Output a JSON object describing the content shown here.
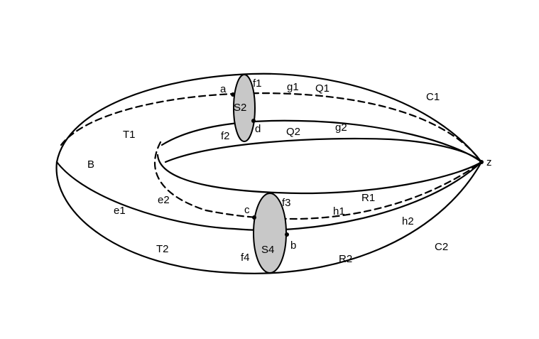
{
  "labels": {
    "a": "a",
    "f1": "f1",
    "g1": "g1",
    "Q1": "Q1",
    "C1": "C1",
    "S2": "S2",
    "d": "d",
    "f2": "f2",
    "Q2": "Q2",
    "g2": "g2",
    "T1": "T1",
    "B": "B",
    "z": "z",
    "e2": "e2",
    "e1": "e1",
    "c": "c",
    "f3": "f3",
    "h1": "h1",
    "R1": "R1",
    "h2": "h2",
    "T2": "T2",
    "S4": "S4",
    "b": "b",
    "f4": "f4",
    "R2": "R2",
    "C2": "C2"
  }
}
